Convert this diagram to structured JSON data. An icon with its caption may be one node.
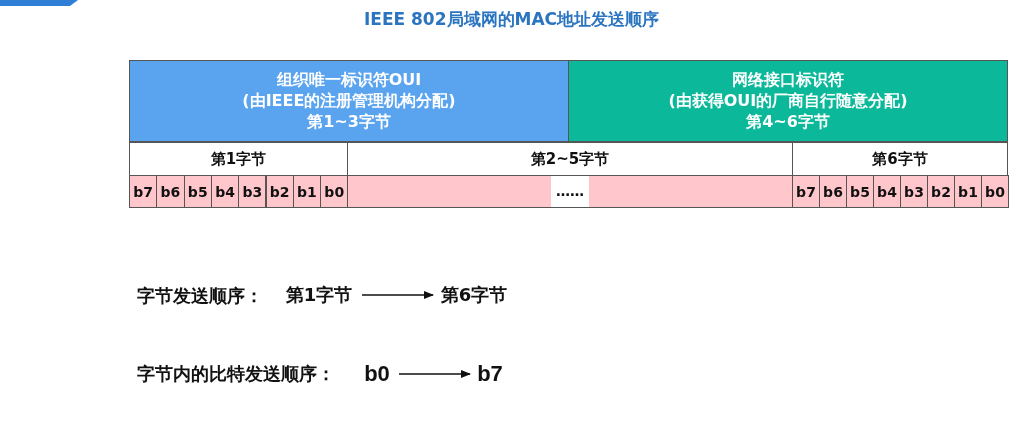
{
  "diagram": {
    "title": "IEEE 802局域网的MAC地址发送顺序",
    "nodes": [
      {
        "text": [
          "组织唯一标识符OUI",
          "(由IEEE的注册管理机构分配)",
          "第1~3字节"
        ]
      },
      {
        "text": [
          "网络接口标识符",
          "(由获得OUI的厂商自行随意分配)",
          "第4~6字节"
        ]
      },
      {
        "text": [
          "第1字节"
        ]
      },
      {
        "text": [
          "第2~5字节"
        ]
      },
      {
        "text": [
          "第6字节"
        ]
      },
      {
        "text": [
          "b7"
        ]
      },
      {
        "text": [
          "b6"
        ]
      },
      {
        "text": [
          "b5"
        ]
      },
      {
        "text": [
          "b4"
        ]
      },
      {
        "text": [
          "b3"
        ]
      },
      {
        "text": [
          "b2"
        ]
      },
      {
        "text": [
          "b1"
        ]
      },
      {
        "text": [
          "b0"
        ]
      },
      {
        "text": [
          "……"
        ]
      },
      {
        "text": [
          "b7"
        ]
      },
      {
        "text": [
          "b6"
        ]
      },
      {
        "text": [
          "b5"
        ]
      },
      {
        "text": [
          "b4"
        ]
      },
      {
        "text": [
          "b3"
        ]
      },
      {
        "text": [
          "b2"
        ]
      },
      {
        "text": [
          "b1"
        ]
      },
      {
        "text": [
          "b0"
        ]
      },
      {
        "text": [
          "第1字节"
        ]
      },
      {
        "text": [
          "第6字节"
        ]
      },
      {
        "text": [
          "b0"
        ]
      },
      {
        "text": [
          "b7"
        ]
      }
    ],
    "edges": [
      {
        "from": 22,
        "to": 23,
        "arrow": "to"
      },
      {
        "from": 24,
        "to": 25,
        "arrow": "to"
      }
    ],
    "labels": [
      "字节发送顺序：",
      "字节内的比特发送顺序："
    ]
  }
}
